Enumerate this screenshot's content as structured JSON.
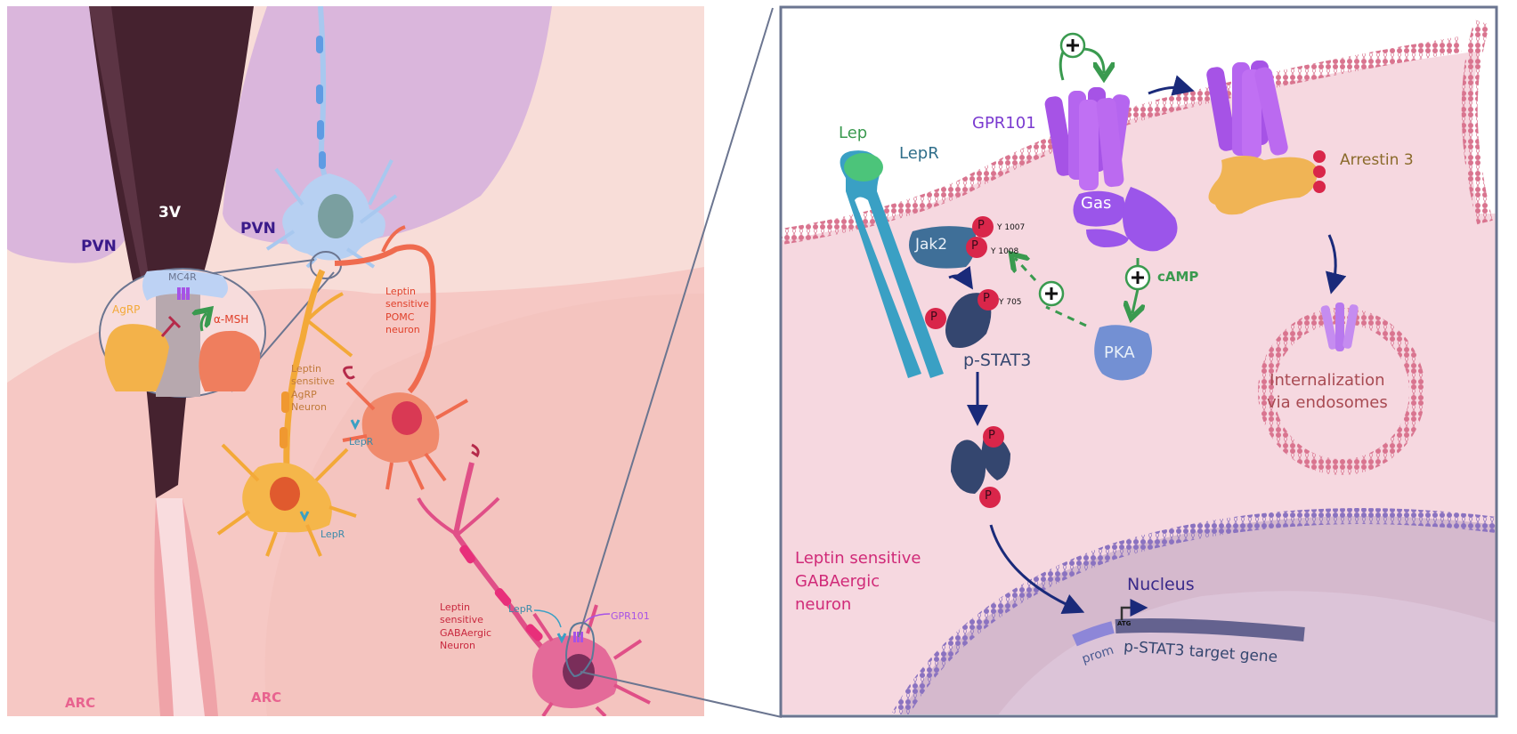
{
  "left_panel": {
    "regions": {
      "pvn_left": "PVN",
      "pvn_right": "PVN",
      "third_ventricle": "3V",
      "arc_left": "ARC",
      "arc_right": "ARC"
    },
    "inset": {
      "receptor": "MC4R",
      "agrp": "AgRP",
      "amsh": "α-MSH"
    },
    "neurons": {
      "pomc": "Leptin\nsensitive\nPOMC\nneuron",
      "agrp": "Leptin\nsensitive\nAgRP\nNeuron",
      "gaba": "Leptin\nsensitive\nGABAergic\nNeuron"
    },
    "receptor_labels": {
      "lepr_pomc": "LepR",
      "lepr_agrp": "LepR",
      "lepr_gaba": "LepR",
      "gpr101": "GPR101"
    }
  },
  "right_panel": {
    "lep": "Lep",
    "lepr": "LepR",
    "jak2": "Jak2",
    "phospho": "P",
    "y1007": "Y 1007",
    "y1008": "Y 1008",
    "y705": "Y 705",
    "pstat3": "p-STAT3",
    "gpr101": "GPR101",
    "gas": "Gas",
    "camp": "cAMP",
    "pka": "PKA",
    "plus": "+",
    "arrestin": "Arrestin 3",
    "internalization": "Internalization\nvia endosomes",
    "neuron_label": "Leptin sensitive\nGABAergic\nneuron",
    "nucleus": "Nucleus",
    "atg": "ATG",
    "prom": "prom",
    "target_gene": "p-STAT3 target gene"
  },
  "colors": {
    "pvn": "#dab6dc",
    "pvn_text": "#3a1a8a",
    "ventricle": "#45222f",
    "arc_bg": "#f6c9c6",
    "arc_text": "#e8638f",
    "panel_border": "#6b7590",
    "cell_bg": "#f6d8e0",
    "nucleus_bg": "#dcc4d6",
    "gpr101": "#a653e6",
    "lepr": "#3aa0c4",
    "lep": "#4cc47a",
    "jak2": "#3f6f98",
    "stat3": "#34466f",
    "phospho": "#d9264a",
    "pka": "#7390d3",
    "arrestin": "#f0b455",
    "green": "#3a9a4f",
    "navy": "#1a2a7a",
    "pomc": "#ef6b4f",
    "agrp_neuron": "#f3a938",
    "gaba_neuron": "#e04f87",
    "pvn_neuron": "#a8c8ef"
  }
}
